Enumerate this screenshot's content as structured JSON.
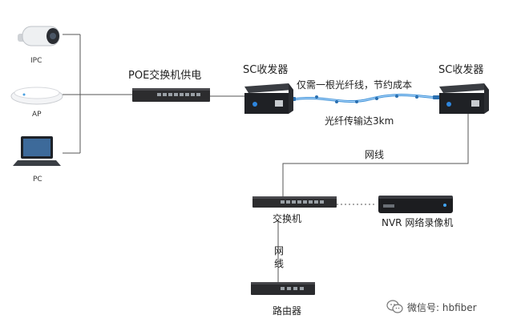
{
  "devices": {
    "ipc": "IPC",
    "ap": "AP",
    "pc": "PC",
    "poe_switch": "POE交换机供电",
    "sc_left": "SC收发器",
    "sc_right": "SC收发器",
    "switch": "交换机",
    "nvr": "NVR 网络录像机",
    "router": "路由器"
  },
  "links": {
    "fiber_note": "仅需一根光纤线，节约成本",
    "fiber_distance": "光纤传输达3km",
    "cable_top": "网线",
    "cable_vertical": "网\n线"
  },
  "watermark": {
    "text": "微信号: hbfiber",
    "icon": "wechat-icon"
  },
  "colors": {
    "fiber": "#3a8fd6",
    "line": "#555555",
    "device_dark": "#2c2c2e"
  }
}
